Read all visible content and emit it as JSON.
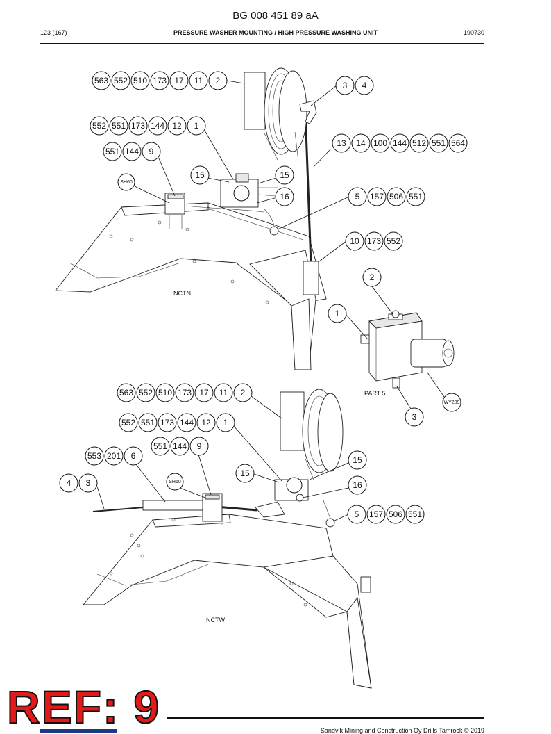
{
  "header": {
    "doc_id": "BG 008 451 89 aA",
    "page": "123 (167)",
    "title": "PRESSURE WASHER MOUNTING / HIGH PRESSURE WASHING UNIT",
    "date_code": "190730"
  },
  "views": {
    "upper_label": "NCTN",
    "lower_label": "NCTW",
    "part5_label": "PART 5"
  },
  "callouts": {
    "u_row1": [
      "563",
      "552",
      "510",
      "173",
      "17",
      "11",
      "2"
    ],
    "u_r34": [
      "3",
      "4"
    ],
    "u_row2": [
      "552",
      "551",
      "173",
      "144",
      "12",
      "1"
    ],
    "u_r13": [
      "13",
      "14",
      "100",
      "144",
      "512",
      "551",
      "564"
    ],
    "u_row3": [
      "551",
      "144",
      "9"
    ],
    "u_15a": "15",
    "u_15b": "15",
    "u_sh60": "SH60",
    "u_16": "16",
    "u_r5": [
      "5",
      "157",
      "506",
      "551"
    ],
    "u_r10": [
      "10",
      "173",
      "552"
    ],
    "p_2": "2",
    "p_1": "1",
    "p_3": "3",
    "p_wy209": "WY209",
    "l_row1": [
      "563",
      "552",
      "510",
      "173",
      "17",
      "11",
      "2"
    ],
    "l_row2": [
      "552",
      "551",
      "173",
      "144",
      "12",
      "1"
    ],
    "l_row3": [
      "551",
      "144",
      "9"
    ],
    "l_r553": [
      "553",
      "201",
      "6"
    ],
    "l_15": "15",
    "l_15b": "15",
    "l_r43": [
      "4",
      "3"
    ],
    "l_sh60": "SH60",
    "l_16": "16",
    "l_r5": [
      "5",
      "157",
      "506",
      "551"
    ]
  },
  "stamp": "REF: 9",
  "footer": "Sandvik Mining and Construction Oy Drills Tamrock © 2019"
}
